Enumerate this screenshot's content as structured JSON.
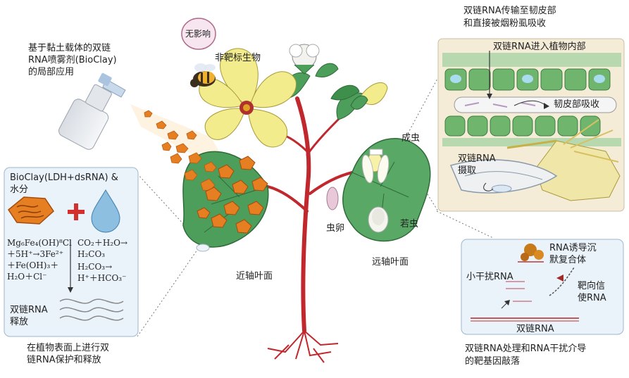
{
  "spray": {
    "title_line1": "基于黏土载体的双链",
    "title_line2": "RNA喷雾剂(BioClay)",
    "title_line3": "的局部应用"
  },
  "non_target": {
    "badge": "无影响",
    "label": "非靶标生物"
  },
  "left_box": {
    "title": "BioClay(LDH+dsRNA) &",
    "title2": "水分",
    "eq_left_1": "Mg₆Fe₄(OH)⁸Cl",
    "eq_left_2": "＋5H⁺→3Fe²⁺",
    "eq_left_3": "＋Fe(OH)₃＋",
    "eq_left_4": "H₂O＋Cl⁻",
    "eq_right_1": "CO₂＋H₂O→",
    "eq_right_2": "H₂CO₃",
    "eq_right_3": "H₂CO₃→",
    "eq_right_4": "H⁺＋HCO₃⁻",
    "release_1": "双链RNA",
    "release_2": "释放",
    "caption_1": "在植物表面上进行双",
    "caption_2": "链RNA保护和释放"
  },
  "plant": {
    "adaxial": "近轴叶面",
    "abaxial": "远轴叶面",
    "egg": "虫卵",
    "nymph": "若虫",
    "adult": "成虫"
  },
  "top_right": {
    "caption_1": "双链RNA传输至韧皮部",
    "caption_2": "和直接被烟粉虱吸收",
    "enter": "双链RNA进入植物内部",
    "phloem": "韧皮部吸收",
    "uptake_1": "双链RNA",
    "uptake_2": "摄取"
  },
  "bottom_right": {
    "risc_1": "RNA诱导沉",
    "risc_2": "默复合体",
    "sirna": "小干扰RNA",
    "target_1": "靶向信",
    "target_2": "使RNA",
    "dsrna": "双链RNA",
    "caption_1": "双链RNA处理和RNA干扰介导",
    "caption_2": "的靶基因敲落"
  },
  "colors": {
    "leaf": "#4d9e5a",
    "flower": "#f3ec8c",
    "stem": "#c0282d",
    "clay": "#e67e22",
    "box_bg": "#eaf2fa",
    "panel_bg": "#f5ecd8"
  }
}
